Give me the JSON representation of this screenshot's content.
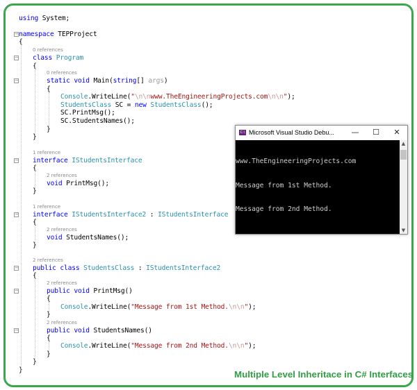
{
  "editor": {
    "lines": [
      {
        "kind": "code",
        "indent": 0,
        "tokens": [
          {
            "t": "using ",
            "c": "kw"
          },
          {
            "t": "System;",
            "c": "pl"
          }
        ]
      },
      {
        "kind": "code",
        "indent": 0,
        "tokens": [
          {
            "t": "namespace ",
            "c": "kw"
          },
          {
            "t": "TEPProject",
            "c": "pl"
          }
        ]
      },
      {
        "kind": "code",
        "indent": 0,
        "tokens": [
          {
            "t": "{",
            "c": "pl"
          }
        ]
      },
      {
        "kind": "ref",
        "indent": 1,
        "text": "0 references"
      },
      {
        "kind": "code",
        "indent": 1,
        "tokens": [
          {
            "t": "class ",
            "c": "kw"
          },
          {
            "t": "Program",
            "c": "ty"
          }
        ]
      },
      {
        "kind": "code",
        "indent": 1,
        "tokens": [
          {
            "t": "{",
            "c": "pl"
          }
        ]
      },
      {
        "kind": "ref",
        "indent": 2,
        "text": "0 references"
      },
      {
        "kind": "code",
        "indent": 2,
        "tokens": [
          {
            "t": "static void ",
            "c": "kw"
          },
          {
            "t": "Main(",
            "c": "pl"
          },
          {
            "t": "string",
            "c": "kw"
          },
          {
            "t": "[] ",
            "c": "pl"
          },
          {
            "t": "args",
            "c": "gr"
          },
          {
            "t": ")",
            "c": "pl"
          }
        ]
      },
      {
        "kind": "code",
        "indent": 2,
        "tokens": [
          {
            "t": "{",
            "c": "pl"
          }
        ]
      },
      {
        "kind": "code",
        "indent": 3,
        "tokens": [
          {
            "t": "Console",
            "c": "ty"
          },
          {
            "t": ".WriteLine(",
            "c": "pl"
          },
          {
            "t": "\"",
            "c": "str"
          },
          {
            "t": "\\n\\n",
            "c": "esc"
          },
          {
            "t": "www.TheEngineeringProjects.com",
            "c": "str"
          },
          {
            "t": "\\n\\n",
            "c": "esc"
          },
          {
            "t": "\"",
            "c": "str"
          },
          {
            "t": ");",
            "c": "pl"
          }
        ]
      },
      {
        "kind": "code",
        "indent": 3,
        "tokens": [
          {
            "t": "StudentsClass",
            "c": "ty"
          },
          {
            "t": " SC = ",
            "c": "pl"
          },
          {
            "t": "new ",
            "c": "kw"
          },
          {
            "t": "StudentsClass",
            "c": "ty"
          },
          {
            "t": "();",
            "c": "pl"
          }
        ]
      },
      {
        "kind": "code",
        "indent": 3,
        "tokens": [
          {
            "t": "SC.PrintMsg();",
            "c": "pl"
          }
        ]
      },
      {
        "kind": "code",
        "indent": 3,
        "tokens": [
          {
            "t": "SC.StudentsNames();",
            "c": "pl"
          }
        ]
      },
      {
        "kind": "code",
        "indent": 2,
        "tokens": [
          {
            "t": "}",
            "c": "pl"
          }
        ]
      },
      {
        "kind": "code",
        "indent": 1,
        "tokens": [
          {
            "t": "}",
            "c": "pl"
          }
        ]
      },
      {
        "kind": "ref",
        "indent": 1,
        "text": "1 reference"
      },
      {
        "kind": "code",
        "indent": 1,
        "tokens": [
          {
            "t": "interface ",
            "c": "kw"
          },
          {
            "t": "IStudentsInterface",
            "c": "ty"
          }
        ]
      },
      {
        "kind": "code",
        "indent": 1,
        "tokens": [
          {
            "t": "{",
            "c": "pl"
          }
        ]
      },
      {
        "kind": "ref",
        "indent": 2,
        "text": "2 references"
      },
      {
        "kind": "code",
        "indent": 2,
        "tokens": [
          {
            "t": "void ",
            "c": "kw"
          },
          {
            "t": "PrintMsg();",
            "c": "pl"
          }
        ]
      },
      {
        "kind": "code",
        "indent": 1,
        "tokens": [
          {
            "t": "}",
            "c": "pl"
          }
        ]
      },
      {
        "kind": "ref",
        "indent": 1,
        "text": "1 reference"
      },
      {
        "kind": "code",
        "indent": 1,
        "tokens": [
          {
            "t": "interface ",
            "c": "kw"
          },
          {
            "t": "IStudentsInterface2",
            "c": "ty"
          },
          {
            "t": " : ",
            "c": "pl"
          },
          {
            "t": "IStudentsInterface",
            "c": "ty"
          }
        ]
      },
      {
        "kind": "code",
        "indent": 1,
        "tokens": [
          {
            "t": "{",
            "c": "pl"
          }
        ]
      },
      {
        "kind": "ref",
        "indent": 2,
        "text": "2 references"
      },
      {
        "kind": "code",
        "indent": 2,
        "tokens": [
          {
            "t": "void ",
            "c": "kw"
          },
          {
            "t": "StudentsNames();",
            "c": "pl"
          }
        ]
      },
      {
        "kind": "code",
        "indent": 1,
        "tokens": [
          {
            "t": "}",
            "c": "pl"
          }
        ]
      },
      {
        "kind": "ref",
        "indent": 1,
        "text": "2 references"
      },
      {
        "kind": "code",
        "indent": 1,
        "tokens": [
          {
            "t": "public class ",
            "c": "kw"
          },
          {
            "t": "StudentsClass",
            "c": "ty"
          },
          {
            "t": " : ",
            "c": "pl"
          },
          {
            "t": "IStudentsInterface2",
            "c": "ty"
          }
        ]
      },
      {
        "kind": "code",
        "indent": 1,
        "tokens": [
          {
            "t": "{",
            "c": "pl"
          }
        ]
      },
      {
        "kind": "ref",
        "indent": 2,
        "text": "2 references"
      },
      {
        "kind": "code",
        "indent": 2,
        "tokens": [
          {
            "t": "public void ",
            "c": "kw"
          },
          {
            "t": "PrintMsg()",
            "c": "pl"
          }
        ]
      },
      {
        "kind": "code",
        "indent": 2,
        "tokens": [
          {
            "t": "{",
            "c": "pl"
          }
        ]
      },
      {
        "kind": "code",
        "indent": 3,
        "tokens": [
          {
            "t": "Console",
            "c": "ty"
          },
          {
            "t": ".WriteLine(",
            "c": "pl"
          },
          {
            "t": "\"Message from 1st Method.",
            "c": "str"
          },
          {
            "t": "\\n\\n",
            "c": "esc"
          },
          {
            "t": "\"",
            "c": "str"
          },
          {
            "t": ");",
            "c": "pl"
          }
        ]
      },
      {
        "kind": "code",
        "indent": 2,
        "tokens": [
          {
            "t": "}",
            "c": "pl"
          }
        ]
      },
      {
        "kind": "ref",
        "indent": 2,
        "text": "2 references"
      },
      {
        "kind": "code",
        "indent": 2,
        "tokens": [
          {
            "t": "public void ",
            "c": "kw"
          },
          {
            "t": "StudentsNames()",
            "c": "pl"
          }
        ]
      },
      {
        "kind": "code",
        "indent": 2,
        "tokens": [
          {
            "t": "{",
            "c": "pl"
          }
        ]
      },
      {
        "kind": "code",
        "indent": 3,
        "tokens": [
          {
            "t": "Console",
            "c": "ty"
          },
          {
            "t": ".WriteLine(",
            "c": "pl"
          },
          {
            "t": "\"Message from 2nd Method.",
            "c": "str"
          },
          {
            "t": "\\n\\n",
            "c": "esc"
          },
          {
            "t": "\"",
            "c": "str"
          },
          {
            "t": ");",
            "c": "pl"
          }
        ]
      },
      {
        "kind": "code",
        "indent": 2,
        "tokens": [
          {
            "t": "}",
            "c": "pl"
          }
        ]
      },
      {
        "kind": "code",
        "indent": 1,
        "tokens": [
          {
            "t": "}",
            "c": "pl"
          }
        ]
      },
      {
        "kind": "code",
        "indent": 0,
        "tokens": [
          {
            "t": "}",
            "c": "pl"
          }
        ]
      }
    ]
  },
  "console": {
    "title": "Microsoft Visual Studio Debu...",
    "icon_text": "C:\\",
    "minimize": "—",
    "maximize": "☐",
    "close": "✕",
    "output": [
      "www.TheEngineeringProjects.com",
      "Message from 1st Method.",
      "Message from 2nd Method."
    ]
  },
  "caption": "Multiple Level Inheritace in C# Interfaces",
  "colors": {
    "border": "#3aa84a",
    "caption": "#2f9e44",
    "keyword": "#0000ff",
    "type": "#2b91af",
    "string": "#a31515"
  }
}
